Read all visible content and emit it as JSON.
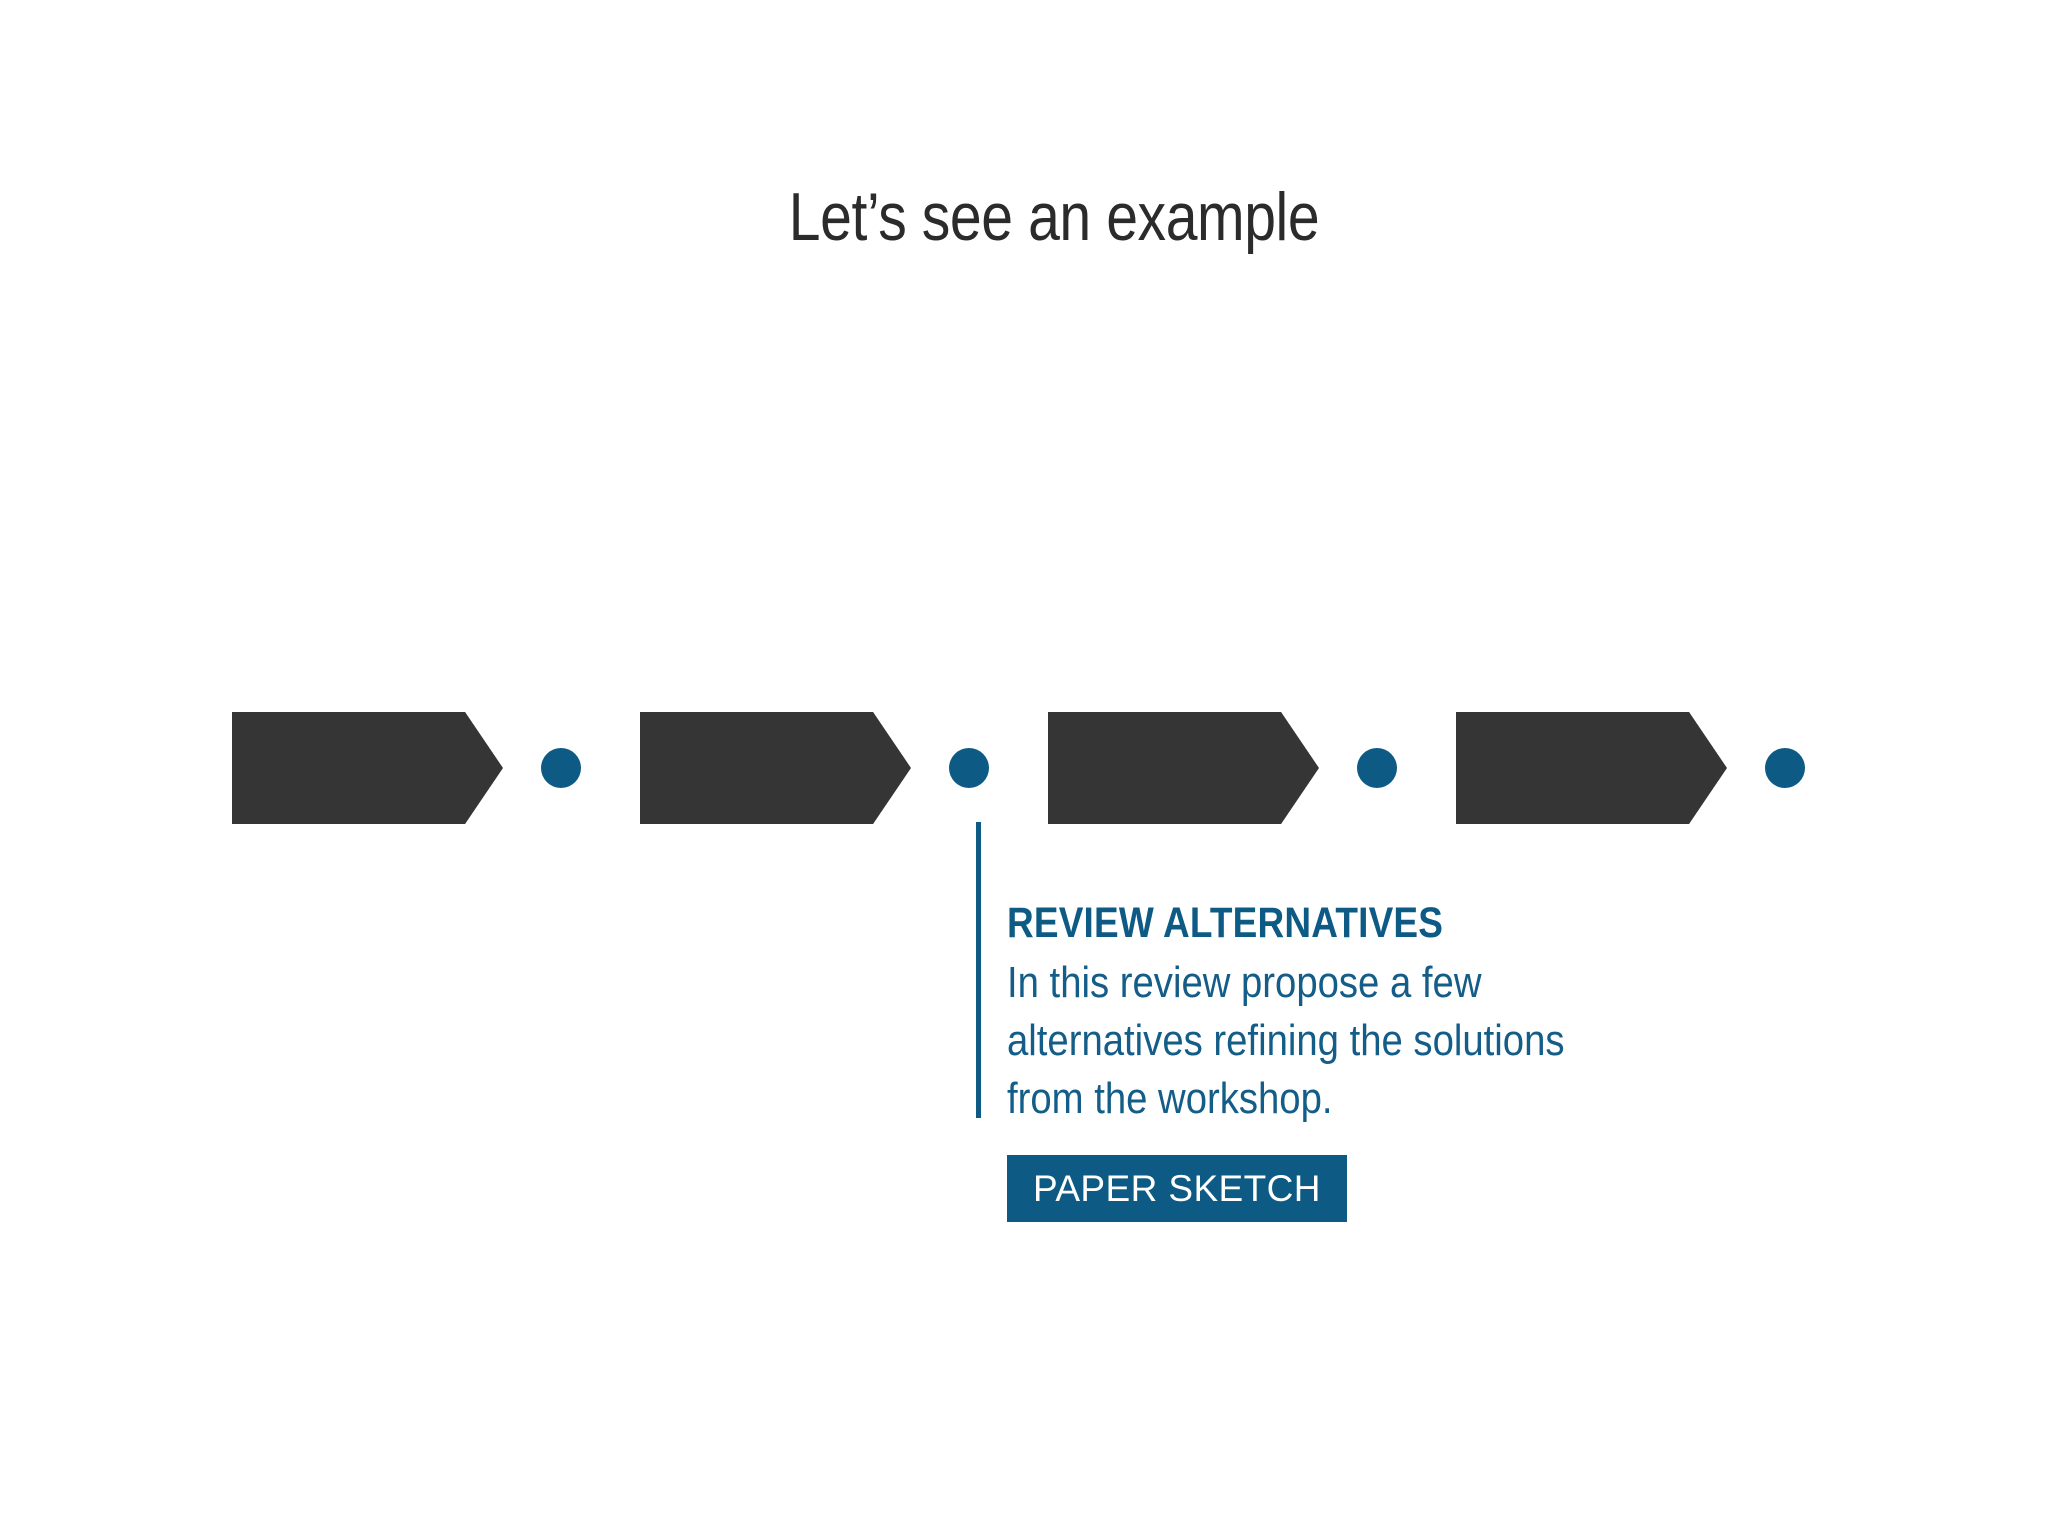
{
  "slide": {
    "title": "Let’s see an example",
    "background_color": "#ffffff"
  },
  "colors": {
    "arrow_dark": "#353535",
    "accent_blue": "#0d5b85",
    "title_text": "#2b2b2b",
    "body_text": "#135d88",
    "tag_text": "#ffffff"
  },
  "process": {
    "step_count": 4,
    "steps": [
      {
        "index": 1,
        "arrow_label": "",
        "dot_label": ""
      },
      {
        "index": 2,
        "arrow_label": "",
        "dot_label": ""
      },
      {
        "index": 3,
        "arrow_label": "",
        "dot_label": ""
      },
      {
        "index": 4,
        "arrow_label": "",
        "dot_label": ""
      }
    ]
  },
  "callout": {
    "attached_to_step": 2,
    "heading": "REVIEW ALTERNATIVES",
    "body": "In this review propose a few alternatives refining the solutions from the workshop.",
    "tag": "PAPER SKETCH"
  }
}
